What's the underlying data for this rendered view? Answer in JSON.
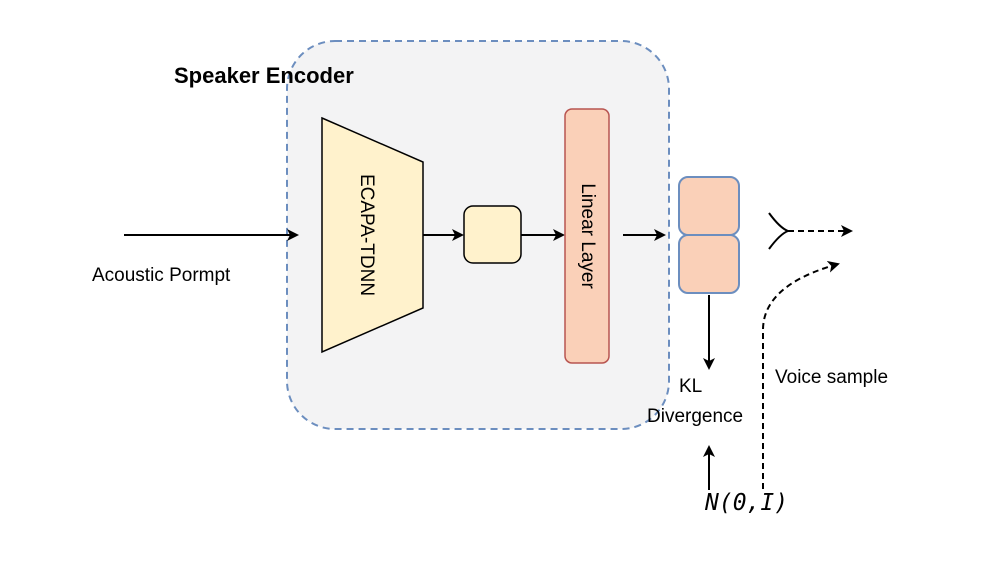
{
  "encoder": {
    "title": "Speaker Encoder",
    "ecapa_label": "ECAPA-TDNN",
    "linear_label": "Linear Layer"
  },
  "input": {
    "label": "Acoustic Pormpt"
  },
  "kl": {
    "line1": "KL",
    "line2": "Divergence"
  },
  "prior": {
    "label": "N(0,I)"
  },
  "sample": {
    "label": "Voice sample"
  },
  "colors": {
    "dashed_border": "#6c8ebf",
    "encoder_fill": "#f3f3f4",
    "ecapa_fill": "#fff2cc",
    "linear_fill": "#fad0b8",
    "linear_stroke": "#b85450",
    "latent_fill": "#fad0b8",
    "latent_stroke": "#6c8ebf"
  }
}
